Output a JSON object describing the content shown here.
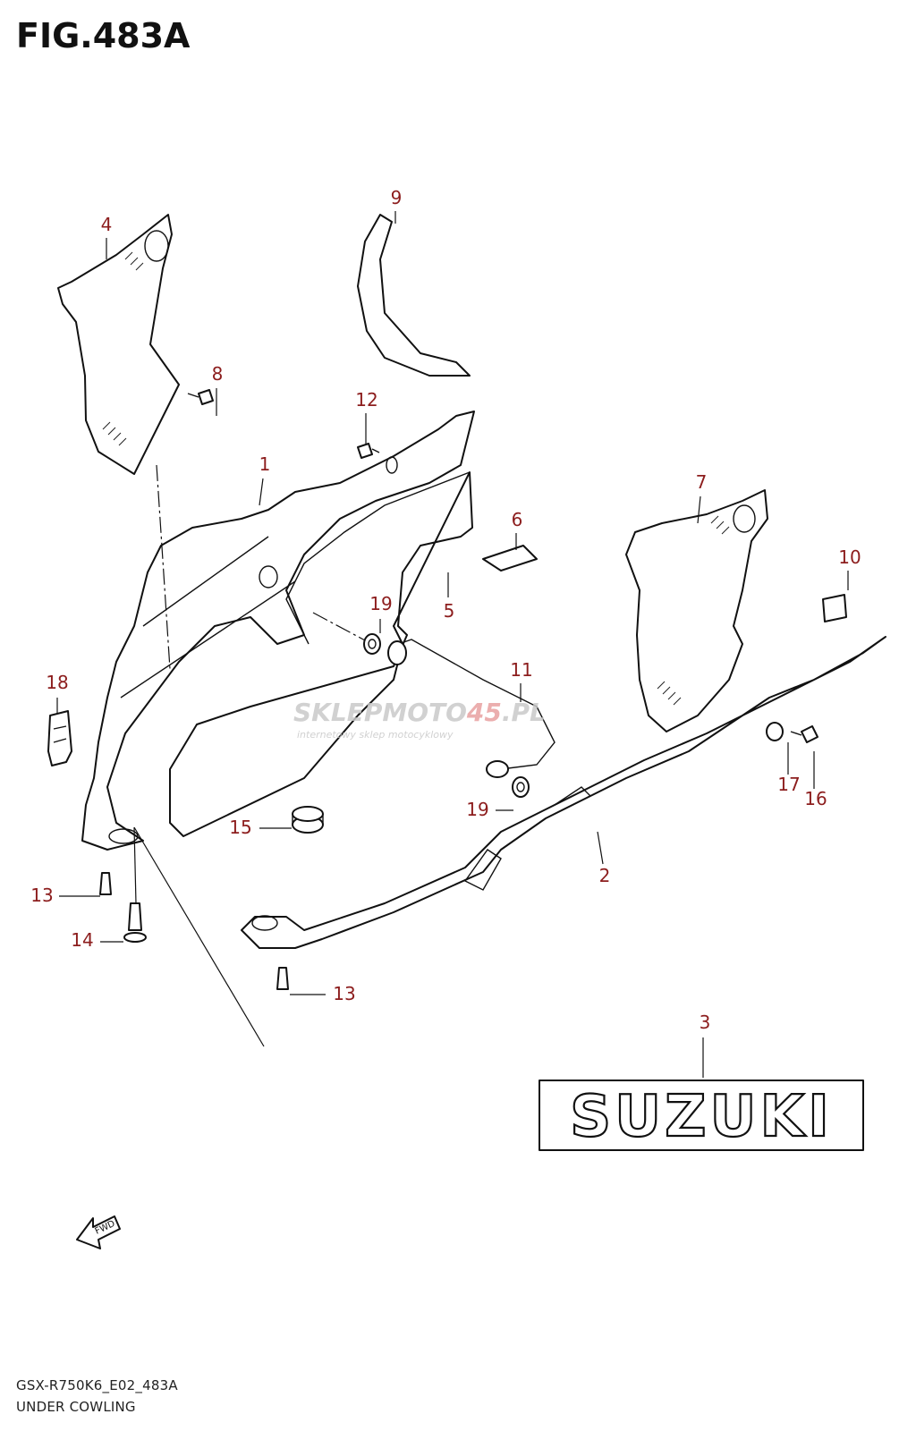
{
  "figure": {
    "title": "FIG.483A",
    "model_code": "GSX-R750K6_E02_483A",
    "section_name": "UNDER COWLING"
  },
  "watermark": {
    "brand_part1": "SKLEPMOTO",
    "brand_part2": "45",
    "brand_part3": ".PL",
    "tagline": "internetowy sklep motocyklowy"
  },
  "decal_text": "SUZUKI",
  "fwd_label": "FWD",
  "callouts": [
    "1",
    "2",
    "3",
    "4",
    "5",
    "6",
    "7",
    "8",
    "9",
    "10",
    "11",
    "12",
    "13",
    "13",
    "14",
    "15",
    "16",
    "17",
    "18",
    "19",
    "19"
  ],
  "colors": {
    "callout": "#8c1d1d",
    "line": "#111111",
    "watermark": "#c9c9c9",
    "watermark_accent": "#e8a0a0"
  }
}
